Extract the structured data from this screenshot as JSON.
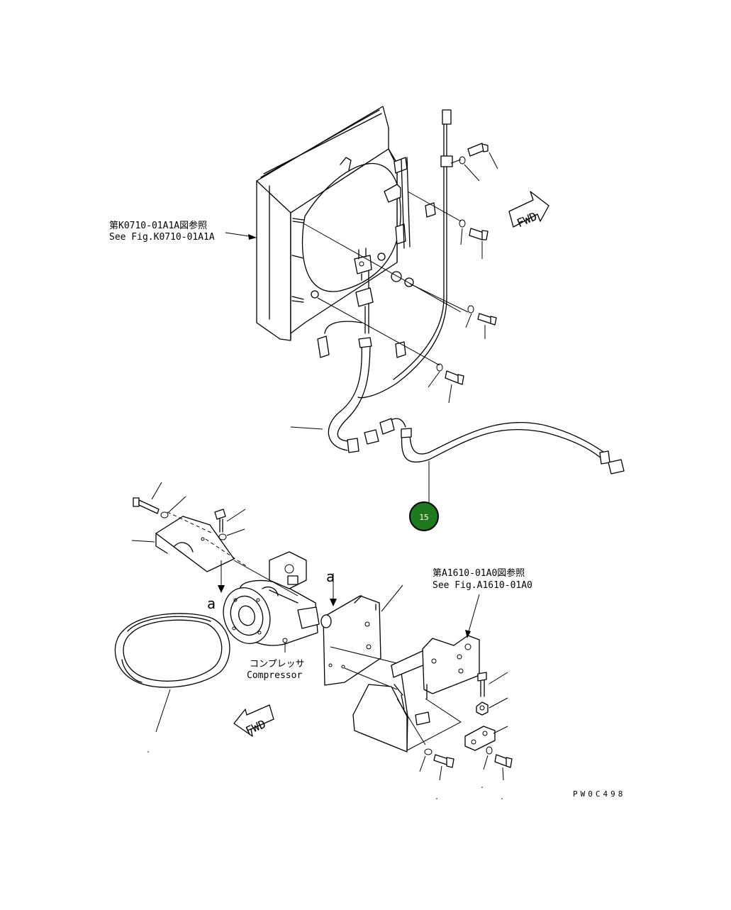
{
  "references": {
    "radiator": {
      "ja": "第K0710-01A1A図参照",
      "en": "See Fig.K0710-01A1A"
    },
    "bracket": {
      "ja": "第A1610-01A0図参照",
      "en": "See Fig.A1610-01A0"
    }
  },
  "labels": {
    "fwd_top": "FWD",
    "fwd_bottom": "FWD",
    "view_marker_left": "a",
    "view_marker_right": "a",
    "compressor_ja": "コンプレッサ",
    "compressor_en": "Compressor",
    "drawing_code": "PW0C498"
  },
  "callout": {
    "number": "15",
    "color": "#1f7a1f"
  }
}
